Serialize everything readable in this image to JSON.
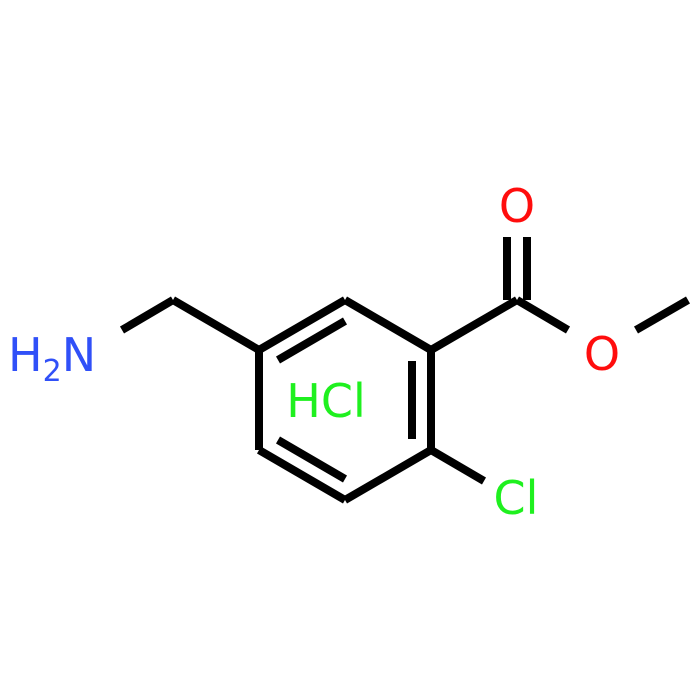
{
  "molecule": {
    "atoms": {
      "amine": {
        "main": "H",
        "subscript": "2",
        "tail": "N",
        "color": "#3050F8"
      },
      "carbonyl_oxygen": {
        "text": "O",
        "color": "#FF0D0D"
      },
      "ester_oxygen": {
        "text": "O",
        "color": "#FF0D0D"
      },
      "chlorine": {
        "text": "Cl",
        "color": "#1FF01F"
      },
      "salt": {
        "text": "HCl",
        "color": "#1FF01F"
      }
    },
    "bond_color": "#000000"
  }
}
